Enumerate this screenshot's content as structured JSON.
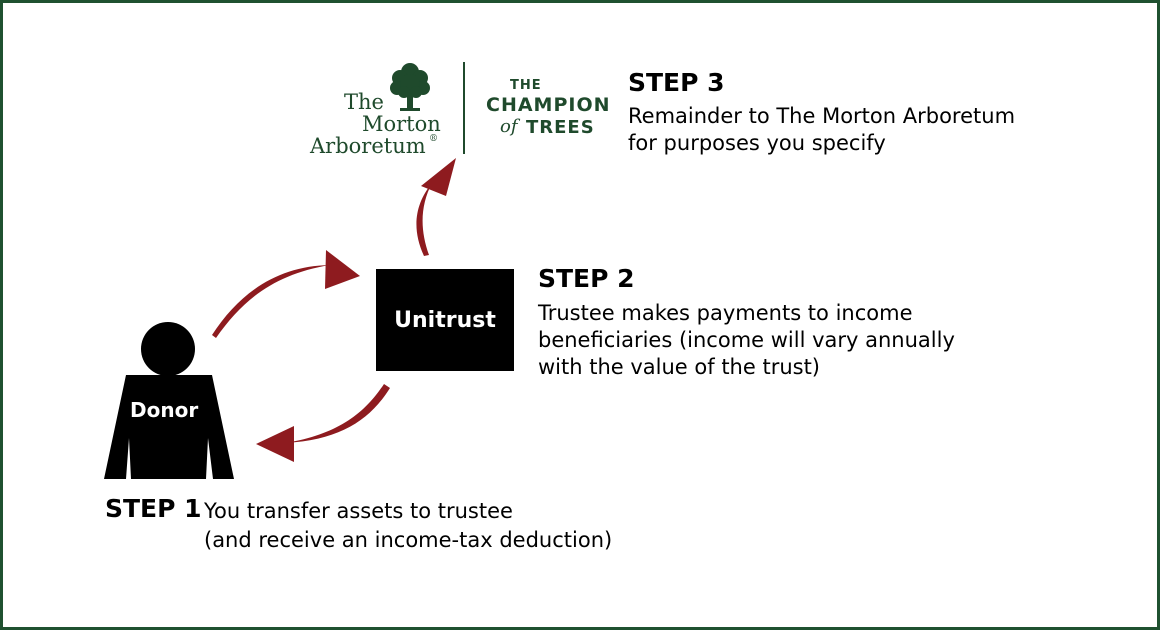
{
  "logo": {
    "line1": "The",
    "line2": "Morton",
    "line3": "Arboretum",
    "registered": "®",
    "champion_line1": "THE",
    "champion_line2": "CHAMPION",
    "champion_line3_a": "of",
    "champion_line3_b": "TREES"
  },
  "step3": {
    "title": "STEP 3",
    "lines": [
      "Remainder to The Morton Arboretum",
      "for purposes you specify"
    ]
  },
  "step2": {
    "title": "STEP 2",
    "lines": [
      "Trustee makes payments to income",
      "beneficiaries (income will vary annually",
      "with the value of the trust)"
    ]
  },
  "step1": {
    "title": "STEP 1",
    "lines": [
      "You transfer assets to trustee",
      "(and receive an income-tax deduction)"
    ]
  },
  "unitrust": {
    "label": "Unitrust"
  },
  "donor": {
    "label": "Donor"
  },
  "colors": {
    "frame": "#1f5130",
    "arrow": "#8e1b1f",
    "brand_green": "#1f4a2c",
    "box": "#000000"
  }
}
